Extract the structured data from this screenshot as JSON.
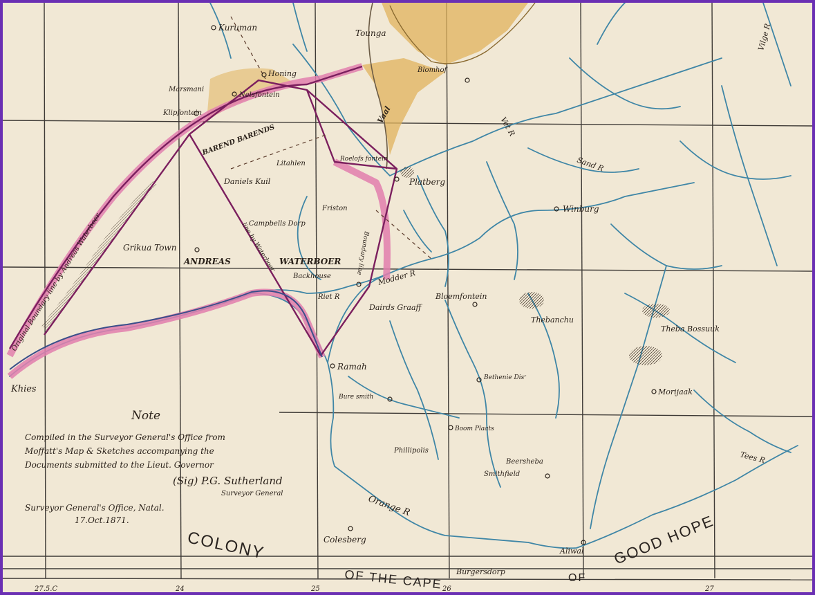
{
  "colors": {
    "frame": "#6a2fb3",
    "paper": "#f1e8d5",
    "river": "#3f86a6",
    "boundary_pink": "#e27fae",
    "boundary_line": "#7b1f5e",
    "ochre": "#d9a84a"
  },
  "places": [
    "Kuruman",
    "Tounga",
    "Honing",
    "Blomhof",
    "Marsmani",
    "Nelsfontein",
    "Klipfontein",
    "Roelofs fontein",
    "Litahlen",
    "Platberg",
    "Daniels Kuil",
    "Winburg",
    "Campbells Dorp",
    "Grikua Town",
    "ANDREAS",
    "WATERBOER",
    "Backhouse",
    "Friston",
    "Bloemfontein",
    "Dairds Graaff",
    "Thebanchu",
    "Theba Bossuuk",
    "Ramah",
    "Bethenie Disʳ",
    "Morijaak",
    "Bure smith",
    "Boom Plaats",
    "Phillipolis",
    "Beersheba",
    "Smithfield",
    "Colesberg",
    "Aliwal",
    "Burgersdorp",
    "Khies",
    "BAREND BARENDS"
  ],
  "rivers": [
    "Vaal",
    "Vet R",
    "Sand R",
    "Modder R",
    "Riet R",
    "Orange R",
    "Vilge R",
    "Tees R"
  ],
  "boundary_labels": [
    "Original Boundary line by Andreas Waterboer",
    "line by Waterboer",
    "Boundary line"
  ],
  "note": {
    "heading": "Note",
    "line1": "Compiled in the Surveyor General's Office from",
    "line2": "Moffatt's Map & Sketches accompanying the",
    "line3": "Documents submitted to the Lieut. Governor",
    "signature": "(Sig) P.G. Sutherland",
    "title": "Surveyor General",
    "office": "Surveyor General's Office, Natal.",
    "date": "17.Oct.1871."
  },
  "colony": {
    "w1": "COLONY",
    "w2": "OF THE CAPE",
    "w3": "OF",
    "w4": "GOOD HOPE"
  },
  "ticks": {
    "t1": "27.5.C",
    "t2": "24",
    "t3": "25",
    "t4": "26",
    "t5": "27"
  }
}
